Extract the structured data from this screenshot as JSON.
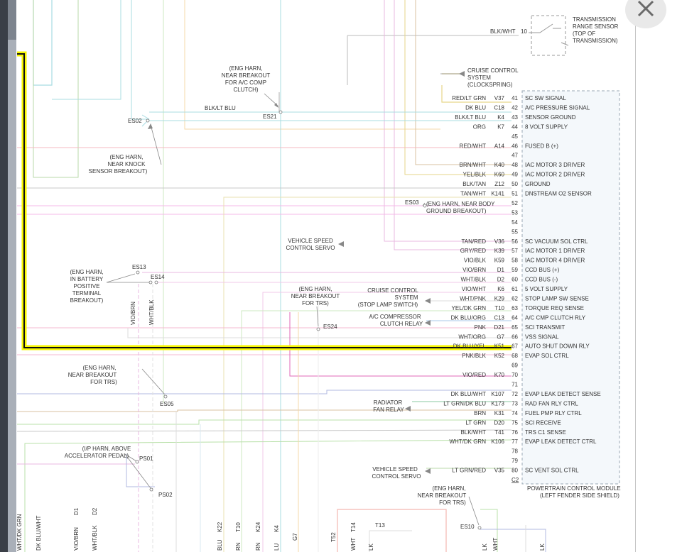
{
  "transmission_sensor": {
    "wire": "BLK/WHT",
    "pin": "10",
    "label": [
      "TRANSMISSION",
      "RANGE SENSOR",
      "(TOP OF",
      "TRANSMISSION)"
    ]
  },
  "cruise_clockspring": {
    "label": [
      "CRUISE CONTROL",
      "SYSTEM",
      "(CLOCKSPRING)"
    ]
  },
  "splices": [
    {
      "id": "es02",
      "name": "ES02"
    },
    {
      "id": "es21",
      "name": "ES21"
    },
    {
      "id": "es03",
      "name": "ES03"
    },
    {
      "id": "es13",
      "name": "ES13"
    },
    {
      "id": "es14",
      "name": "ES14"
    },
    {
      "id": "es24",
      "name": "ES24"
    },
    {
      "id": "es05",
      "name": "ES05"
    },
    {
      "id": "ps01",
      "name": "PS01"
    },
    {
      "id": "ps02",
      "name": "PS02"
    },
    {
      "id": "es10",
      "name": "ES10"
    }
  ],
  "notes": {
    "es21": [
      "(ENG HARN,",
      "NEAR BREAKOUT",
      "FOR A/C COMP",
      "CLUTCH)"
    ],
    "es02": [
      "(ENG HARN,",
      "NEAR KNOCK",
      "SENSOR BREAKOUT)"
    ],
    "es03": [
      "(ENG HARN, NEAR BODY",
      "GROUND BREAKOUT)"
    ],
    "es13": [
      "(ENG HARN,",
      "IN BATTERY",
      "POSITIVE",
      "TERMINAL",
      "BREAKOUT)"
    ],
    "es24": [
      "(ENG HARN,",
      "NEAR BREAKOUT",
      "FOR TRS)"
    ],
    "es05": [
      "(ENG HARN,",
      "NEAR BREAKOUT",
      "FOR TRS)"
    ],
    "ps01": [
      "(I/P HARN, ABOVE",
      "ACCELERATOR PEDAL)"
    ],
    "es10": [
      "(ENG HARN,",
      "NEAR BREAKOUT",
      "FOR TRS)"
    ]
  },
  "es21_wire": "BLK/LT BLU",
  "devices": [
    {
      "id": "vss-servo-1",
      "label": [
        "VEHICLE SPEED",
        "CONTROL SERVO"
      ]
    },
    {
      "id": "cruise-stop-lamp",
      "label": [
        "CRUISE CONTROL",
        "SYSTEM",
        "(STOP LAMP SWITCH)"
      ]
    },
    {
      "id": "ac-relay",
      "label": [
        "A/C COMPRESSOR",
        "CLUTCH RELAY"
      ]
    },
    {
      "id": "rad-fan-relay",
      "label": [
        "RADIATOR",
        "FAN RELAY"
      ]
    },
    {
      "id": "vss-servo-2",
      "label": [
        "VEHICLE SPEED",
        "CONTROL SERVO"
      ]
    }
  ],
  "vertical_labels": {
    "es13_wire": "VIO/BRN",
    "es14_wire": "WHT/BLK",
    "bottom": [
      "WHT/DK GRN",
      "DK BLU/WHT",
      "VIO/BRN",
      "D1",
      "WHT/BLK",
      "D2",
      "K22",
      "T10",
      "K24",
      "K4",
      "G7",
      "T52",
      "T14",
      "T13",
      "BLU",
      "RN",
      "RN",
      "LU",
      "LK",
      "WHT",
      "LK",
      "WHT",
      "LK"
    ]
  },
  "pcm": {
    "connector": "C2",
    "label": [
      "POWERTRAIN CONTROL MODULE",
      "(LEFT FENDER SIDE SHIELD)"
    ],
    "pins": [
      {
        "pin": "41",
        "wire": "RED/LT GRN",
        "circuit": "V37",
        "signal": "SC SW SIGNAL"
      },
      {
        "pin": "42",
        "wire": "DK BLU",
        "circuit": "C18",
        "signal": "A/C PRESSURE SIGNAL"
      },
      {
        "pin": "43",
        "wire": "BLK/LT BLU",
        "circuit": "K4",
        "signal": "SENSOR GROUND"
      },
      {
        "pin": "44",
        "wire": "ORG",
        "circuit": "K7",
        "signal": "8 VOLT SUPPLY"
      },
      {
        "pin": "45",
        "wire": "",
        "circuit": "",
        "signal": ""
      },
      {
        "pin": "46",
        "wire": "RED/WHT",
        "circuit": "A14",
        "signal": "FUSED B (+)"
      },
      {
        "pin": "47",
        "wire": "",
        "circuit": "",
        "signal": ""
      },
      {
        "pin": "48",
        "wire": "BRN/WHT",
        "circuit": "K40",
        "signal": "IAC MOTOR 3 DRIVER"
      },
      {
        "pin": "49",
        "wire": "YEL/BLK",
        "circuit": "K60",
        "signal": "IAC MOTOR 2 DRIVER"
      },
      {
        "pin": "50",
        "wire": "BLK/TAN",
        "circuit": "Z12",
        "signal": "GROUND"
      },
      {
        "pin": "51",
        "wire": "TAN/WHT",
        "circuit": "K141",
        "signal": "DNSTREAM O2 SENSOR"
      },
      {
        "pin": "52",
        "wire": "",
        "circuit": "",
        "signal": ""
      },
      {
        "pin": "53",
        "wire": "",
        "circuit": "",
        "signal": ""
      },
      {
        "pin": "54",
        "wire": "",
        "circuit": "",
        "signal": ""
      },
      {
        "pin": "55",
        "wire": "",
        "circuit": "",
        "signal": ""
      },
      {
        "pin": "56",
        "wire": "TAN/RED",
        "circuit": "V36",
        "signal": "SC VACUUM SOL CTRL"
      },
      {
        "pin": "57",
        "wire": "GRY/RED",
        "circuit": "K39",
        "signal": "IAC MOTOR 1 DRIVER"
      },
      {
        "pin": "58",
        "wire": "VIO/BLK",
        "circuit": "K59",
        "signal": "IAC MOTOR 4 DRIVER"
      },
      {
        "pin": "59",
        "wire": "VIO/BRN",
        "circuit": "D1",
        "signal": "CCD BUS (+)"
      },
      {
        "pin": "60",
        "wire": "WHT/BLK",
        "circuit": "D2",
        "signal": "CCD BUS (-)"
      },
      {
        "pin": "61",
        "wire": "VIO/WHT",
        "circuit": "K6",
        "signal": "5 VOLT SUPPLY"
      },
      {
        "pin": "62",
        "wire": "WHT/PNK",
        "circuit": "K29",
        "signal": "STOP LAMP SW SENSE"
      },
      {
        "pin": "63",
        "wire": "YEL/DK GRN",
        "circuit": "T10",
        "signal": "TORQUE REQ SENSE"
      },
      {
        "pin": "64",
        "wire": "DK BLU/ORG",
        "circuit": "C13",
        "signal": "A/C CMP CLUTCH RLY"
      },
      {
        "pin": "65",
        "wire": "PNK",
        "circuit": "D21",
        "signal": "SCI TRANSMIT"
      },
      {
        "pin": "66",
        "wire": "WHT/ORG",
        "circuit": "G7",
        "signal": "VSS SIGNAL"
      },
      {
        "pin": "67",
        "wire": "DK BLU/YEL",
        "circuit": "K51",
        "signal": "AUTO SHUT DOWN RLY"
      },
      {
        "pin": "68",
        "wire": "PNK/BLK",
        "circuit": "K52",
        "signal": "EVAP SOL CTRL"
      },
      {
        "pin": "69",
        "wire": "",
        "circuit": "",
        "signal": ""
      },
      {
        "pin": "70",
        "wire": "VIO/RED",
        "circuit": "K70",
        "signal": ""
      },
      {
        "pin": "71",
        "wire": "",
        "circuit": "",
        "signal": ""
      },
      {
        "pin": "72",
        "wire": "DK BLU/WHT",
        "circuit": "K107",
        "signal": "EVAP LEAK DETECT SENSE"
      },
      {
        "pin": "73",
        "wire": "LT GRN/DK BLU",
        "circuit": "K173",
        "signal": "RAD FAN RLY CTRL"
      },
      {
        "pin": "74",
        "wire": "BRN",
        "circuit": "K31",
        "signal": "FUEL PMP RLY CTRL"
      },
      {
        "pin": "75",
        "wire": "LT GRN",
        "circuit": "D20",
        "signal": "SCI RECEIVE"
      },
      {
        "pin": "76",
        "wire": "BLK/WHT",
        "circuit": "T41",
        "signal": "TRS C1 SENSE"
      },
      {
        "pin": "77",
        "wire": "WHT/DK GRN",
        "circuit": "K106",
        "signal": "EVAP LEAK DETECT CTRL"
      },
      {
        "pin": "78",
        "wire": "",
        "circuit": "",
        "signal": ""
      },
      {
        "pin": "79",
        "wire": "",
        "circuit": "",
        "signal": ""
      },
      {
        "pin": "80",
        "wire": "LT GRN/RED",
        "circuit": "V35",
        "signal": "SC VENT SOL CTRL"
      }
    ]
  }
}
